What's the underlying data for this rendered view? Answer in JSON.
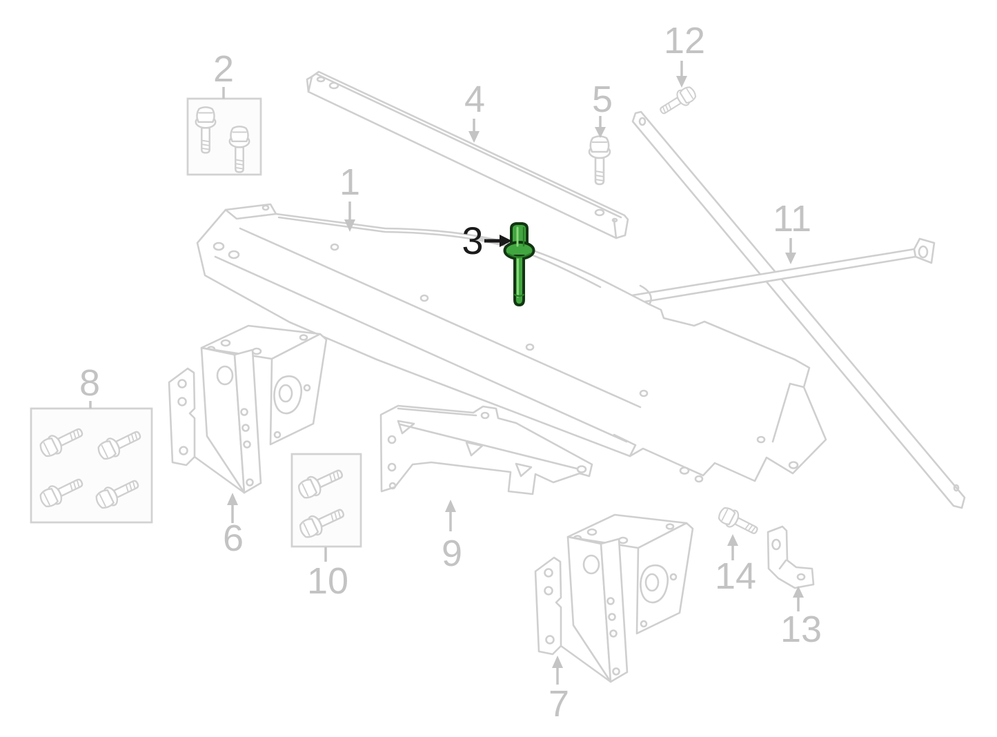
{
  "diagram": {
    "type": "exploded-parts-diagram",
    "background_color": "#ffffff",
    "artwork_color": "#cfcfcf",
    "callout_color": "#c3c3c3",
    "highlighted_part": {
      "label": "3",
      "fill_color": "#41a640",
      "outline_color": "#123512",
      "callout_color": "#1a1a1a"
    },
    "callouts": [
      {
        "label": "1"
      },
      {
        "label": "2"
      },
      {
        "label": "3"
      },
      {
        "label": "4"
      },
      {
        "label": "5"
      },
      {
        "label": "6"
      },
      {
        "label": "7"
      },
      {
        "label": "8"
      },
      {
        "label": "9"
      },
      {
        "label": "10"
      },
      {
        "label": "11"
      },
      {
        "label": "12"
      },
      {
        "label": "13"
      },
      {
        "label": "14"
      }
    ]
  }
}
